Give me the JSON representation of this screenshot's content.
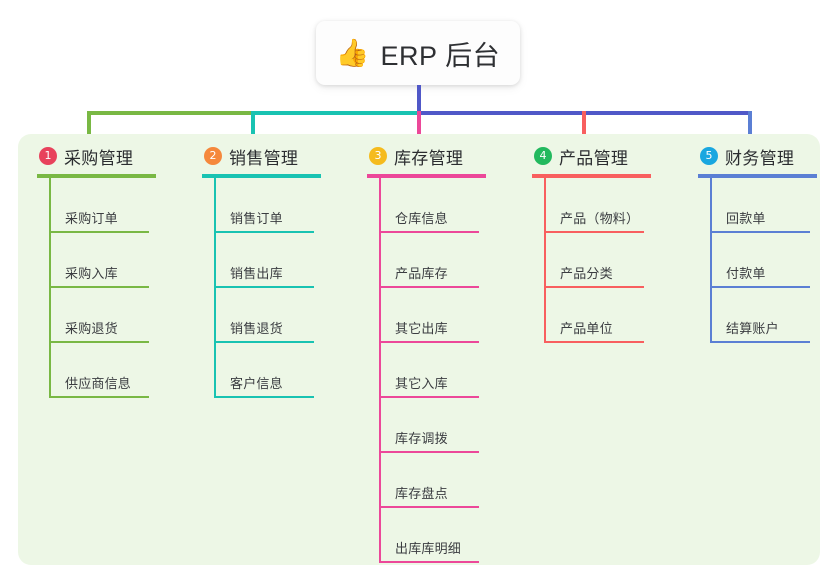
{
  "root": {
    "icon": "thumbs-up-emoji",
    "emoji": "👍",
    "title": "ERP 后台"
  },
  "palette": {
    "panel_background": "#edf7e6",
    "root_stem": "#5058c8",
    "bus_green": "#79b844",
    "bus_teal": "#19c3b2",
    "bus_blue": "#5058c8"
  },
  "columns": [
    {
      "number": "1",
      "title": "采购管理",
      "line_color": "#79b844",
      "badge_color": "#e8425c",
      "items": [
        {
          "label": "采购订单"
        },
        {
          "label": "采购入库"
        },
        {
          "label": "采购退货"
        },
        {
          "label": "供应商信息"
        }
      ]
    },
    {
      "number": "2",
      "title": "销售管理",
      "line_color": "#19c3b2",
      "badge_color": "#f5883c",
      "items": [
        {
          "label": "销售订单"
        },
        {
          "label": "销售出库"
        },
        {
          "label": "销售退货"
        },
        {
          "label": "客户信息"
        }
      ]
    },
    {
      "number": "3",
      "title": "库存管理",
      "line_color": "#ec4899",
      "badge_color": "#f5bb1d",
      "items": [
        {
          "label": "仓库信息"
        },
        {
          "label": "产品库存"
        },
        {
          "label": "其它出库"
        },
        {
          "label": "其它入库"
        },
        {
          "label": "库存调拨"
        },
        {
          "label": "库存盘点"
        },
        {
          "label": "出库库明细"
        }
      ]
    },
    {
      "number": "4",
      "title": "产品管理",
      "line_color": "#f85f5f",
      "badge_color": "#22b95e",
      "items": [
        {
          "label": "产品（物料）"
        },
        {
          "label": "产品分类"
        },
        {
          "label": "产品单位"
        }
      ]
    },
    {
      "number": "5",
      "title": "财务管理",
      "line_color": "#5b7fd4",
      "badge_color": "#19a7e0",
      "items": [
        {
          "label": "回款单"
        },
        {
          "label": "付款单"
        },
        {
          "label": "结算账户"
        }
      ]
    }
  ]
}
